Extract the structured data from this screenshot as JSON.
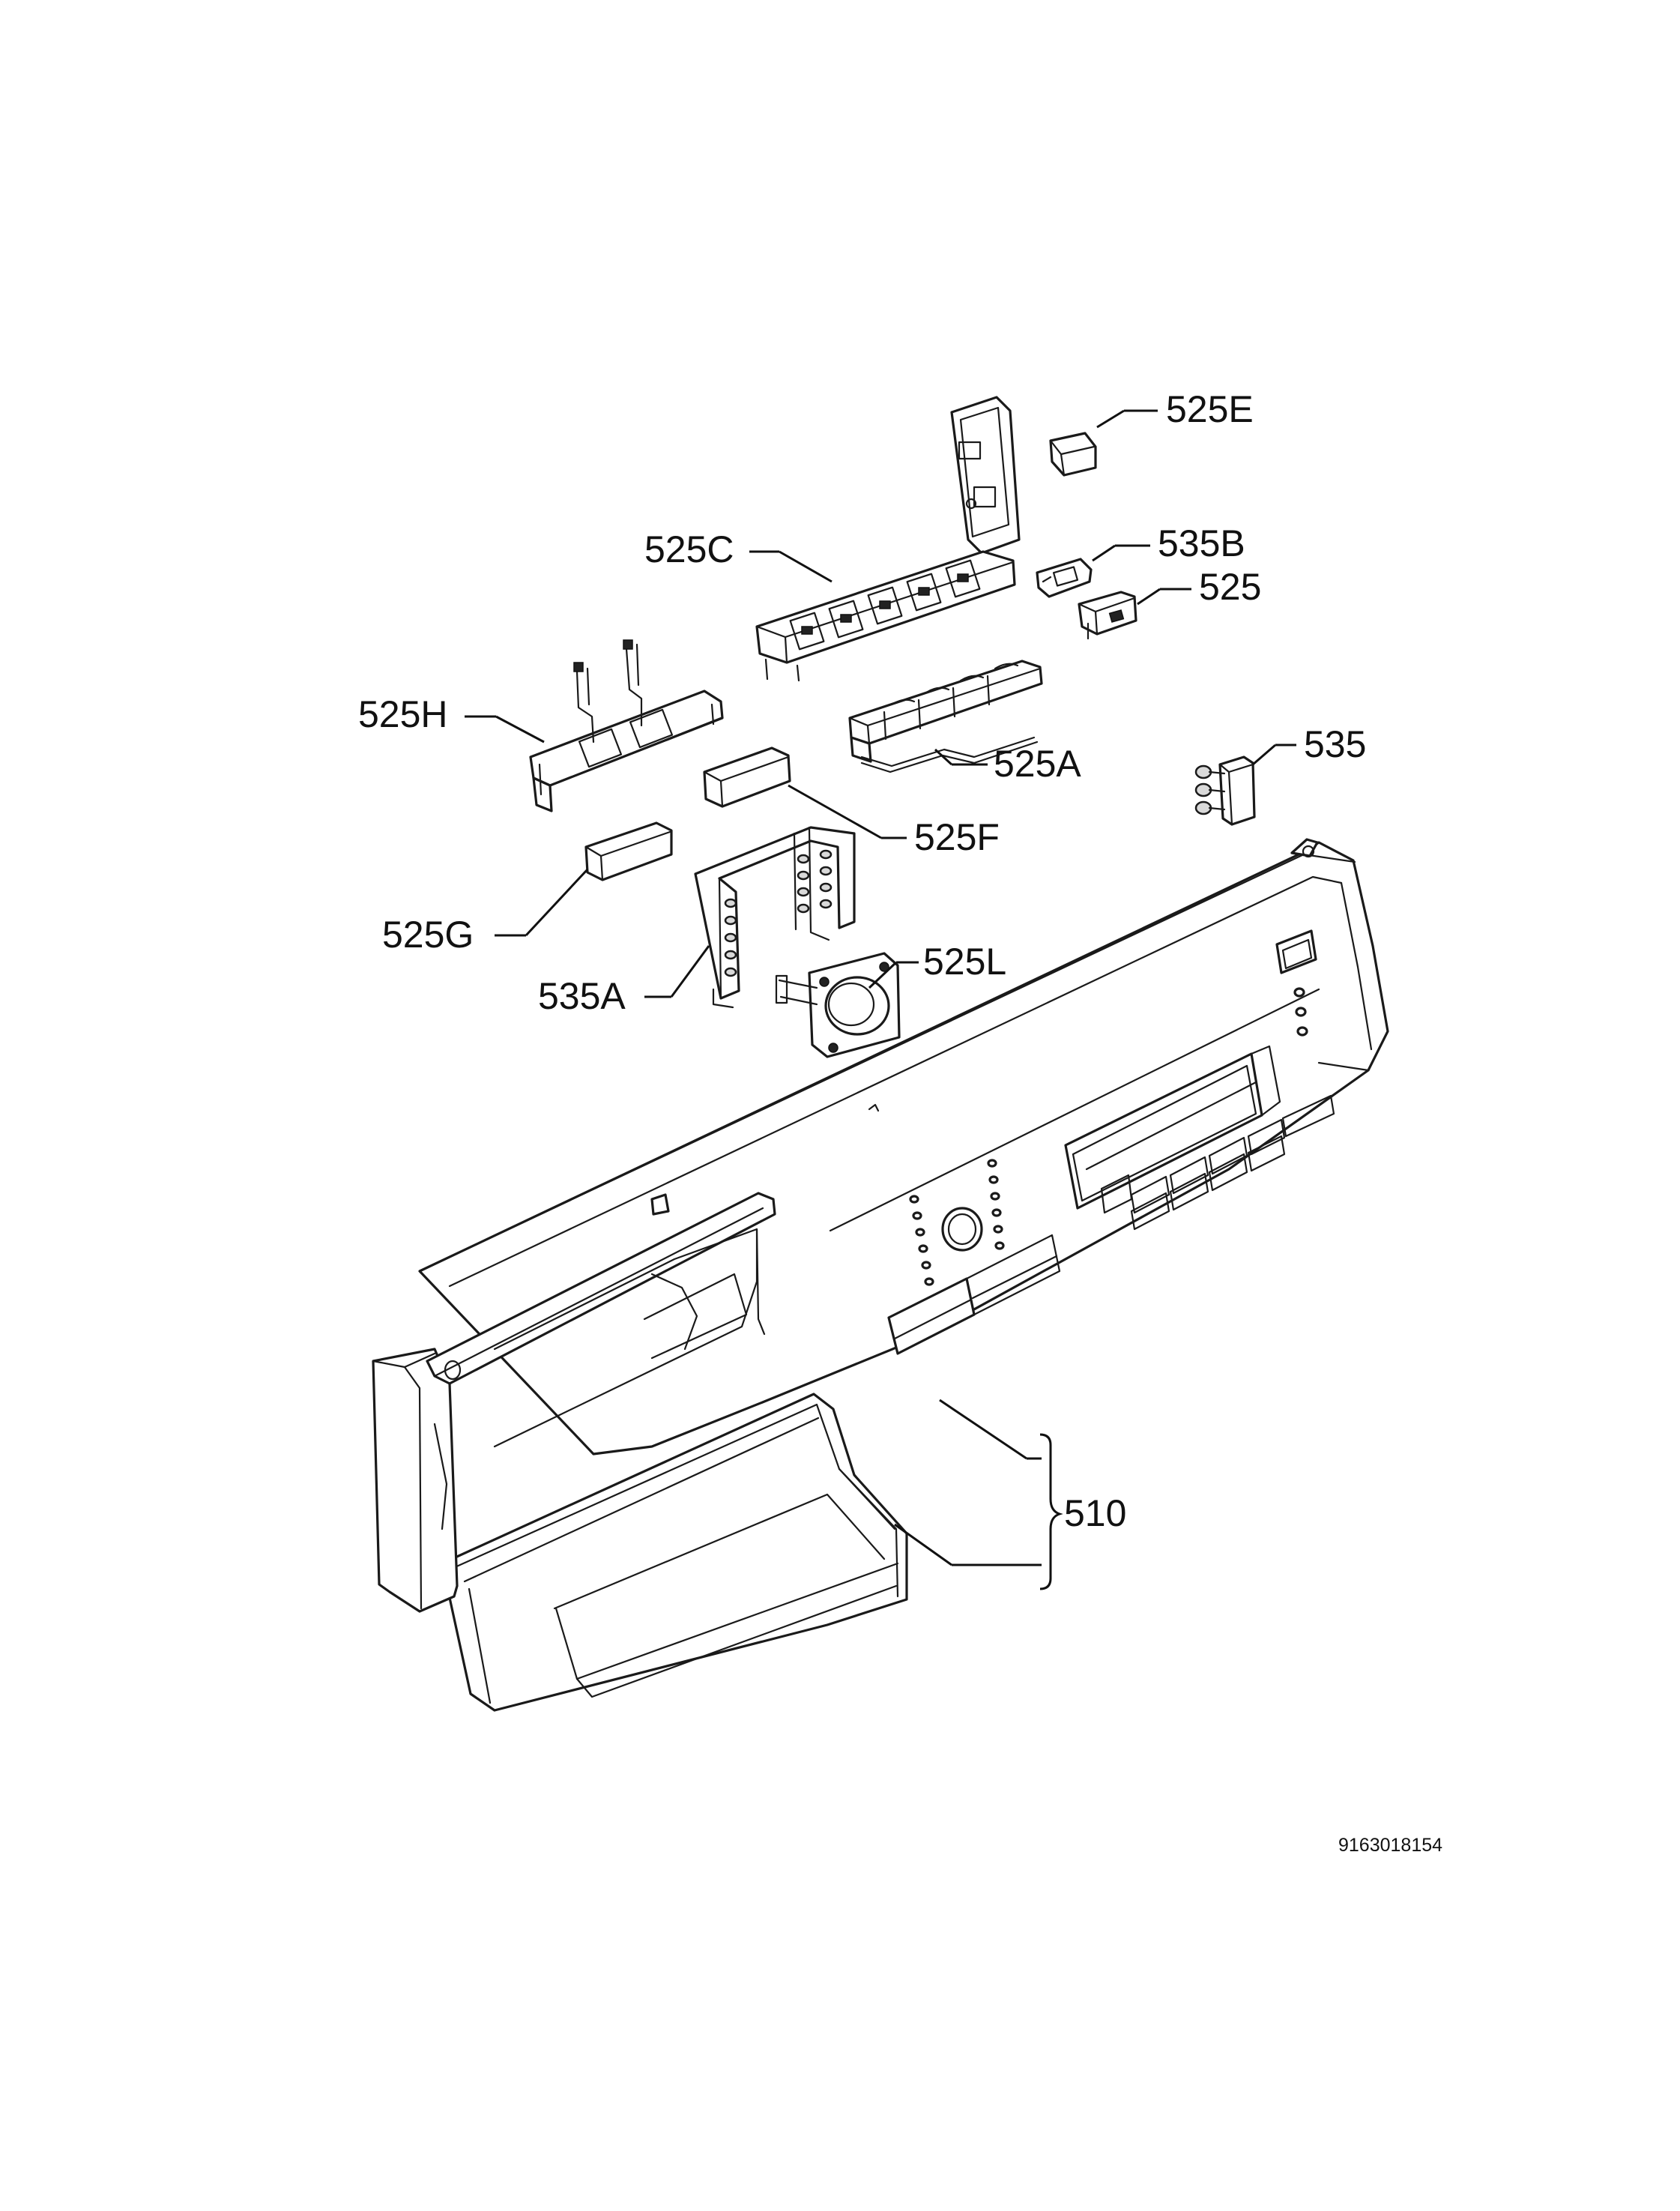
{
  "labels": {
    "p525e": "525E",
    "p535b": "535B",
    "p525": "525",
    "p525c": "525C",
    "p525h": "525H",
    "p525a": "525A",
    "p535": "535",
    "p525f": "525F",
    "p525g": "525G",
    "p525l": "525L",
    "p535a": "535A",
    "p510": "510"
  },
  "document_number": "9163018154"
}
